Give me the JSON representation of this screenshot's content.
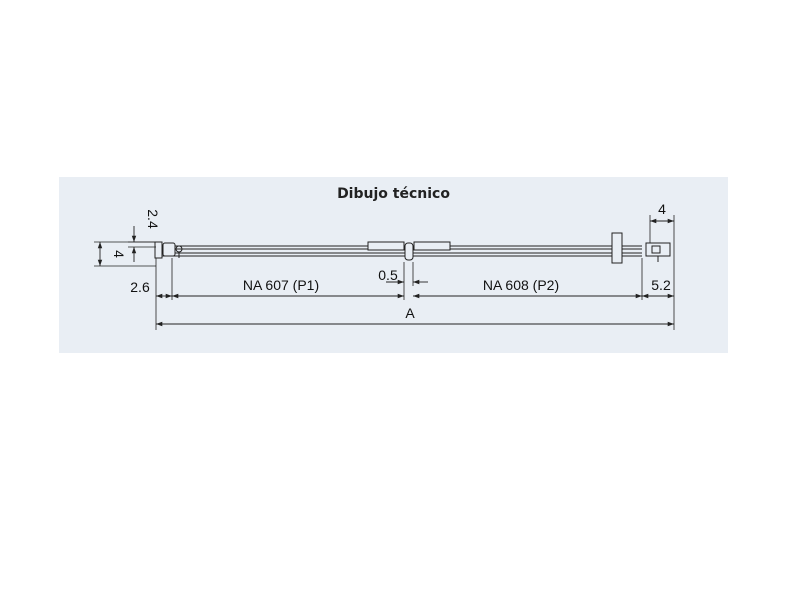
{
  "title": "Dibujo técnico",
  "labels": {
    "h_2_4": "2.4",
    "h_4_left": "4",
    "w_4_right": "4",
    "w_2_6": "2.6",
    "gap_0_5": "0.5",
    "w_5_2": "5.2",
    "part_p1": "NA 607 (P1)",
    "part_p2": "NA 608 (P2)",
    "overall": "A"
  },
  "colors": {
    "panel": "#e9eef4",
    "line": "#222222"
  }
}
